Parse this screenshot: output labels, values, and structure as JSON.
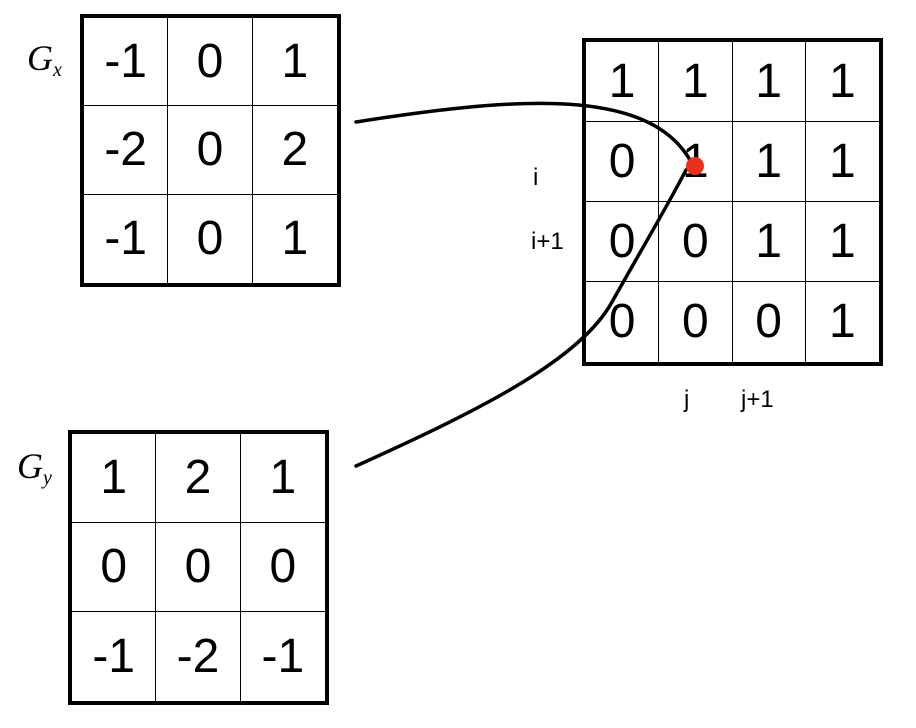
{
  "gx": {
    "label_main": "G",
    "label_sub": "x",
    "cells": [
      "-1",
      "0",
      "1",
      "-2",
      "0",
      "2",
      "-1",
      "0",
      "1"
    ]
  },
  "gy": {
    "label_main": "G",
    "label_sub": "y",
    "cells": [
      "1",
      "2",
      "1",
      "0",
      "0",
      "0",
      "-1",
      "-2",
      "-1"
    ]
  },
  "image": {
    "cells": [
      "1",
      "1",
      "1",
      "1",
      "0",
      "1",
      "1",
      "1",
      "0",
      "0",
      "1",
      "1",
      "0",
      "0",
      "0",
      "1"
    ]
  },
  "indices": {
    "row_i": "i",
    "row_i1": "i+1",
    "col_j": "j",
    "col_j1": "j+1"
  },
  "colors": {
    "marker": "#e8321e",
    "line": "#000000"
  }
}
